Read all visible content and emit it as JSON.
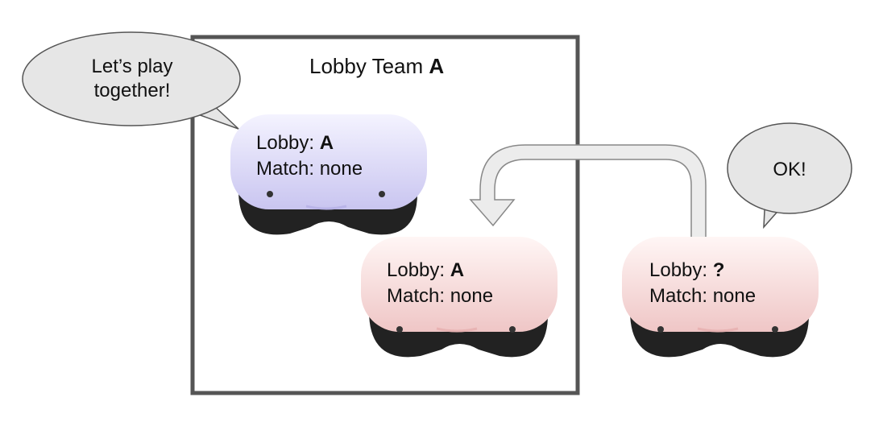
{
  "lobby_box": {
    "title": "Lobby Team",
    "team": "A"
  },
  "bubbles": {
    "left": {
      "line1": "Let’s play",
      "line2": "together!"
    },
    "right": {
      "text": "OK!"
    }
  },
  "headsets": {
    "purple": {
      "lobby_label": "Lobby:",
      "lobby_value": "A",
      "match_label": "Match:",
      "match_value": "none",
      "color": "#dcd9f5"
    },
    "pink_inside": {
      "lobby_label": "Lobby:",
      "lobby_value": "A",
      "match_label": "Match:",
      "match_value": "none",
      "color": "#f6dcdc"
    },
    "pink_outside": {
      "lobby_label": "Lobby:",
      "lobby_value": "?",
      "match_label": "Match:",
      "match_value": "none",
      "color": "#f6dcdc"
    }
  },
  "arrow": {
    "color": "#eeeeee",
    "stroke": "#888888"
  }
}
